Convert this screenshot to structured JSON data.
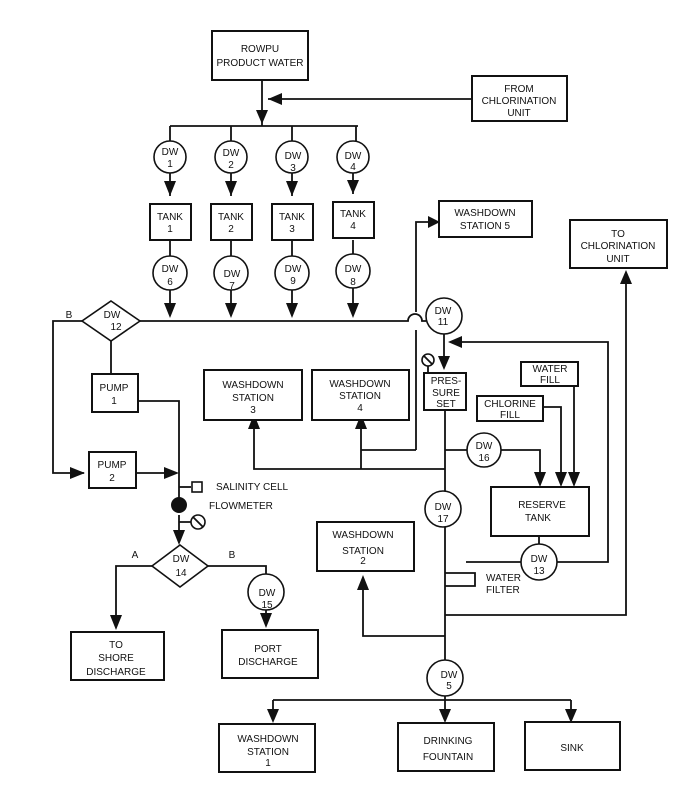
{
  "diagram": {
    "title": "Potable water distribution flow schematic",
    "colors": {
      "line": "#111111",
      "background": "#ffffff"
    },
    "boxes": {
      "rowpu": [
        "ROWPU",
        "PRODUCT WATER"
      ],
      "from_chlor": [
        "FROM",
        "CHLORINATION",
        "UNIT"
      ],
      "tank1": [
        "TANK",
        "1"
      ],
      "tank2": [
        "TANK",
        "2"
      ],
      "tank3": [
        "TANK",
        "3"
      ],
      "tank4": [
        "TANK",
        "4"
      ],
      "wash5": [
        "WASHDOWN",
        "STATION 5"
      ],
      "to_chlor": [
        "TO",
        "CHLORINATION",
        "UNIT"
      ],
      "pump1": [
        "PUMP",
        "1"
      ],
      "pump2": [
        "PUMP",
        "2"
      ],
      "wash3": [
        "WASHDOWN",
        "STATION",
        "3"
      ],
      "wash4": [
        "WASHDOWN",
        "STATION",
        "4"
      ],
      "pressure_set": [
        "PRES-",
        "SURE",
        "SET"
      ],
      "water_fill": [
        "WATER",
        "FILL"
      ],
      "chlorine_fill": [
        "CHLORINE",
        "FILL"
      ],
      "reserve_tank": [
        "RESERVE",
        "TANK"
      ],
      "wash2": [
        "WASHDOWN",
        "STATION",
        "2"
      ],
      "to_shore": [
        "TO",
        "SHORE",
        "DISCHARGE"
      ],
      "port_discharge": [
        "PORT",
        "DISCHARGE"
      ],
      "wash1": [
        "WASHDOWN",
        "STATION",
        "1"
      ],
      "drinking_fountain": [
        "DRINKING",
        "FOUNTAIN"
      ],
      "sink": [
        "SINK"
      ]
    },
    "valves": {
      "dw1": [
        "DW",
        "1"
      ],
      "dw2": [
        "DW",
        "2"
      ],
      "dw3": [
        "DW",
        "3"
      ],
      "dw4": [
        "DW",
        "4"
      ],
      "dw6": [
        "DW",
        "6"
      ],
      "dw7": [
        "DW",
        "7"
      ],
      "dw9": [
        "DW",
        "9"
      ],
      "dw8": [
        "DW",
        "8"
      ],
      "dw11": [
        "DW",
        "11"
      ],
      "dw16": [
        "DW",
        "16"
      ],
      "dw17": [
        "DW",
        "17"
      ],
      "dw13": [
        "DW",
        "13"
      ],
      "dw15": [
        "DW",
        "15"
      ],
      "dw5": [
        "DW",
        "5"
      ]
    },
    "diamonds": {
      "dw12": [
        "DW",
        "12"
      ],
      "dw14": [
        "DW",
        "14"
      ]
    },
    "labels": {
      "salinity_cell": "SALINITY CELL",
      "flowmeter": "FLOWMETER",
      "water_filter": [
        "WATER",
        "FILTER"
      ],
      "branch_b_dw12": "B",
      "branch_a_dw14": "A",
      "branch_b_dw14": "B"
    }
  }
}
